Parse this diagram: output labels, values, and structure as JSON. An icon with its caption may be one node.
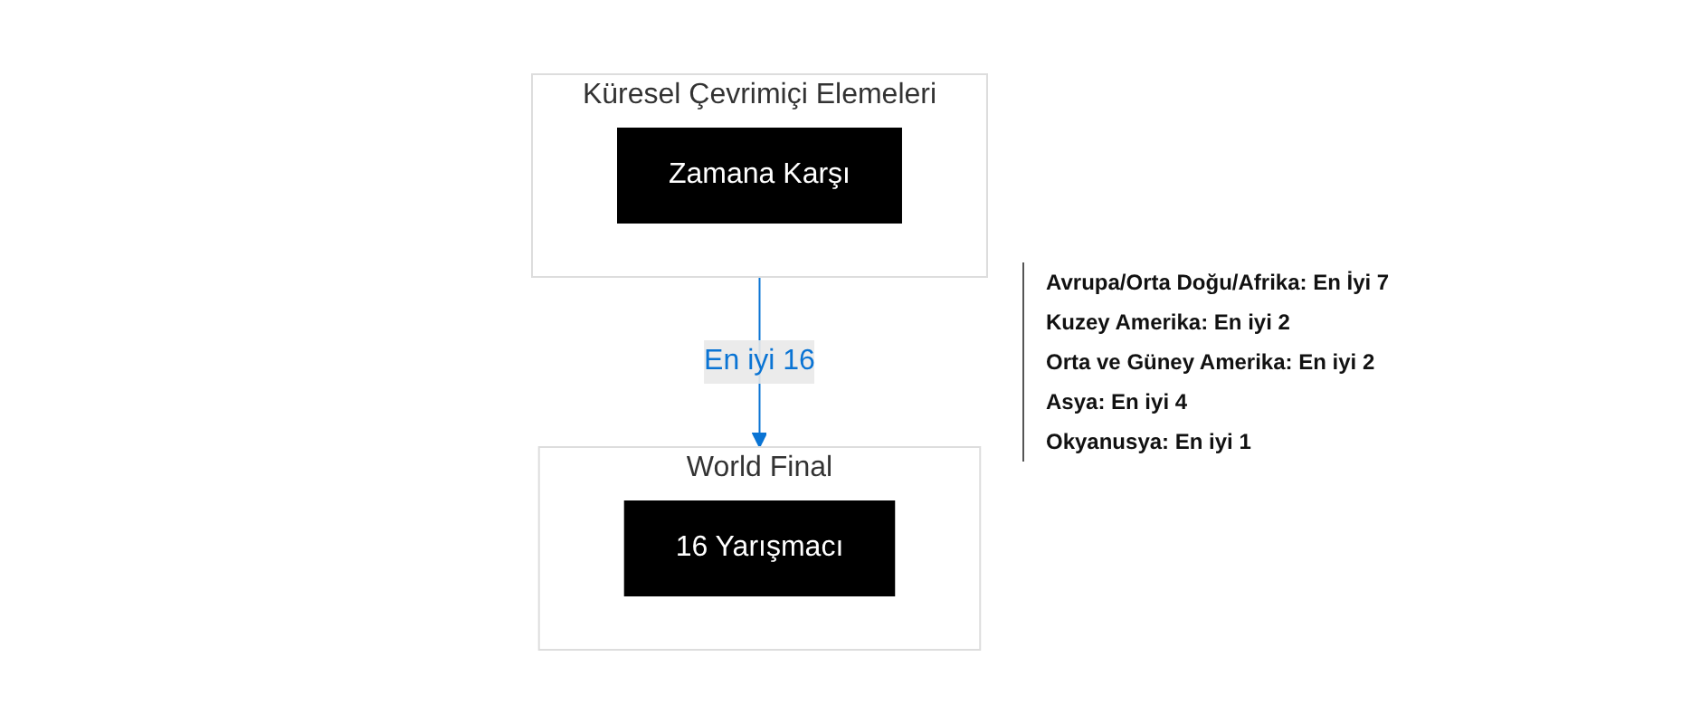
{
  "diagram": {
    "nodes": [
      {
        "text": [
          "Küresel Çevrimiçi Elemeleri"
        ]
      },
      {
        "text": [
          "Zamana Karşı"
        ],
        "in": 0
      },
      {
        "text": [
          "World Final"
        ]
      },
      {
        "text": [
          "16 Yarışmacı"
        ],
        "in": 2
      }
    ],
    "edges": [
      {
        "from": 0,
        "to": 2,
        "arrow": "to",
        "label": "En iyi 16",
        "color": "#0a74d4"
      }
    ],
    "labels": [
      "Avrupa/Orta Doğu/Afrika: En İyi 7",
      "Kuzey Amerika: En iyi 2",
      "Orta ve Güney Amerika: En iyi 2",
      "Asya: En iyi 4",
      "Okyanusya: En iyi 1"
    ]
  }
}
